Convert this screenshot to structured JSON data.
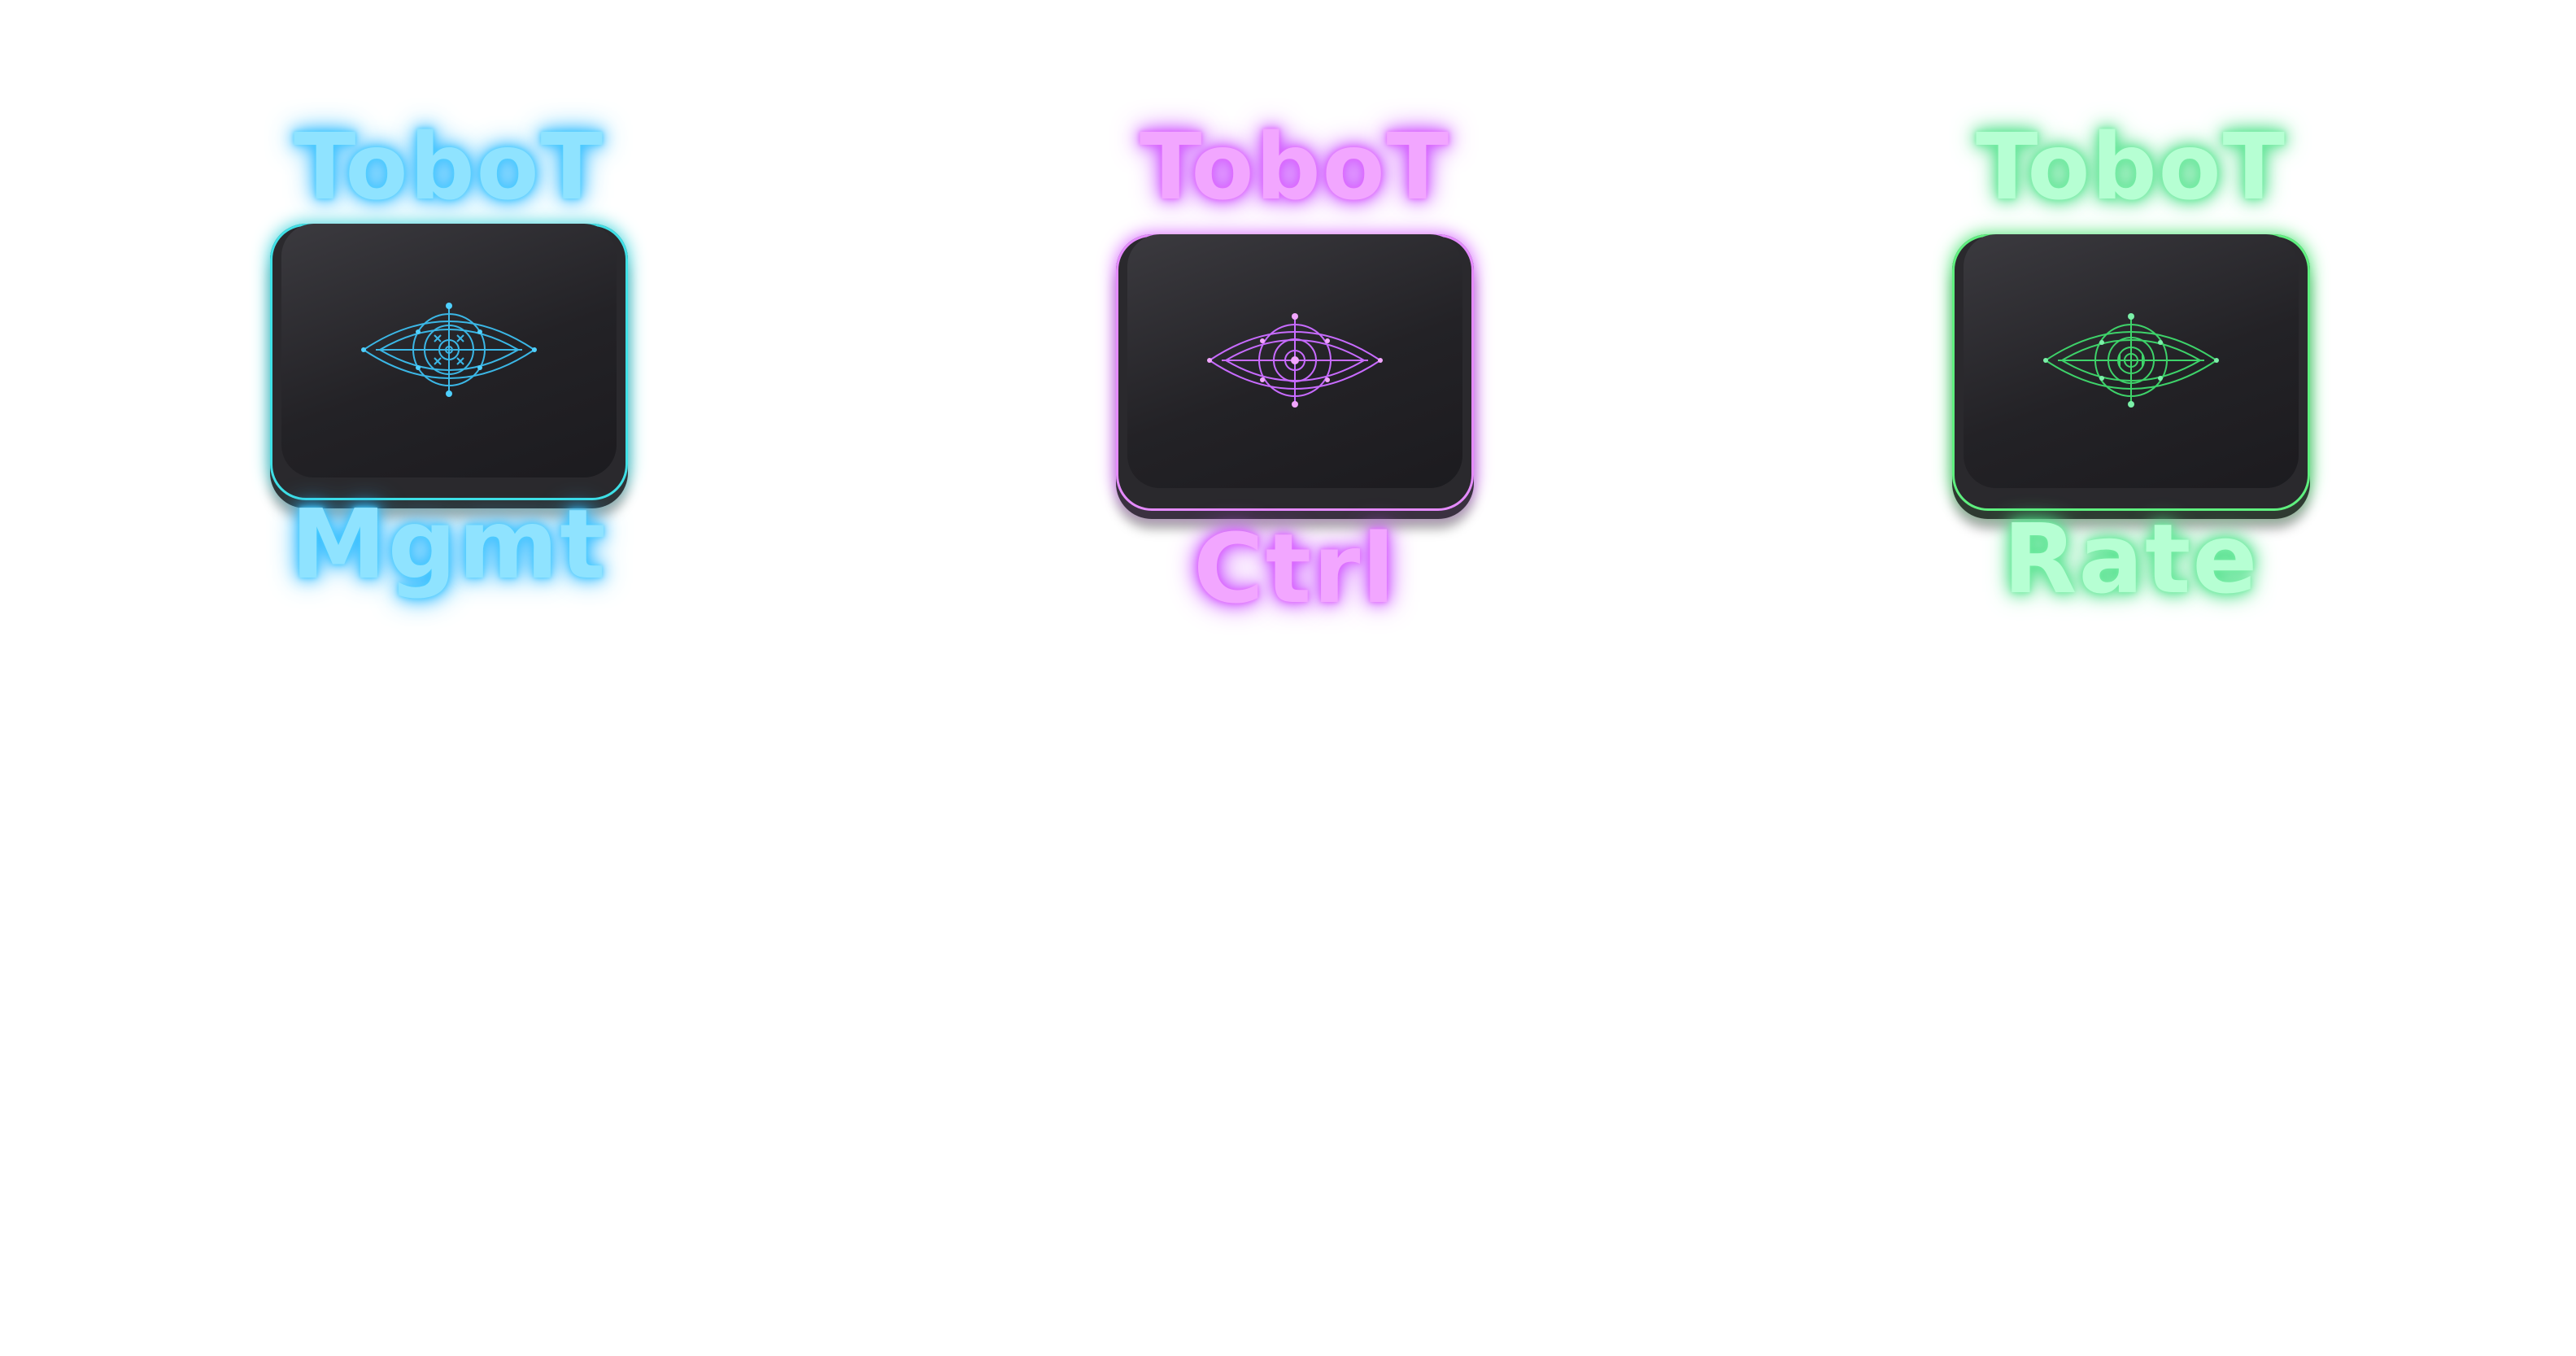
{
  "tiles": [
    {
      "title": "ToboT",
      "subtitle": "Mgmt",
      "accent": "#3fe0e6",
      "icon": "eye-icon"
    },
    {
      "title": "ToboT",
      "subtitle": "Ctrl",
      "accent": "#e58bff",
      "icon": "eye-icon"
    },
    {
      "title": "ToboT",
      "subtitle": "Rate",
      "accent": "#5ff07f",
      "icon": "eye-icon"
    }
  ]
}
